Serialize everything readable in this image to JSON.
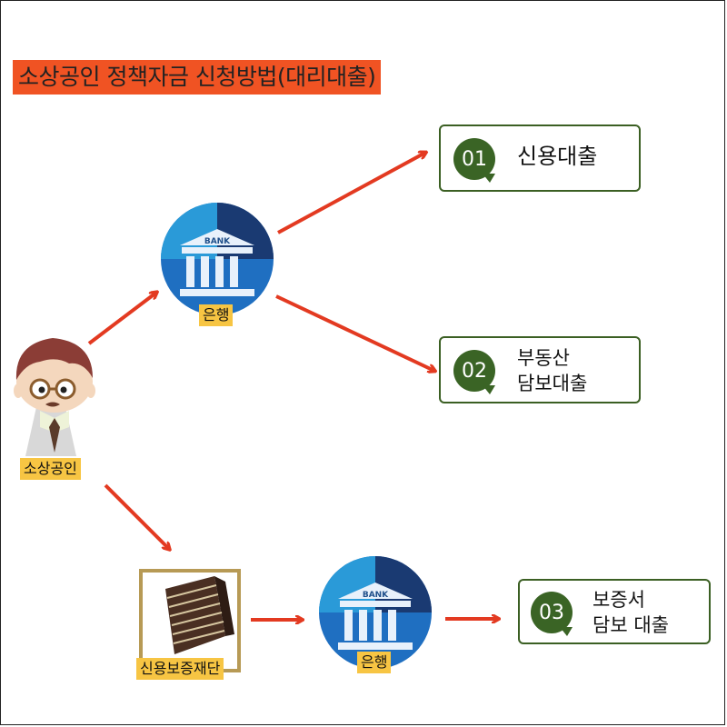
{
  "title": "소상공인 정책자금 신청방법(대리대출)",
  "nodes": {
    "person_label": "소상공인",
    "bank_label": "은행",
    "bank_sign": "BANK",
    "foundation_label": "신용보증재단"
  },
  "results": [
    {
      "number": "01",
      "lines": [
        "신용대출"
      ]
    },
    {
      "number": "02",
      "lines": [
        "부동산",
        "담보대출"
      ]
    },
    {
      "number": "03",
      "lines": [
        "보증서",
        "담보 대출"
      ]
    }
  ],
  "colors": {
    "title_bg": "#f05323",
    "arrow": "#e33a21",
    "label_bg": "#f7c543",
    "box_border": "#3b5f23",
    "badge": "#3a6425",
    "bank_circle": "#1f6fc1"
  }
}
